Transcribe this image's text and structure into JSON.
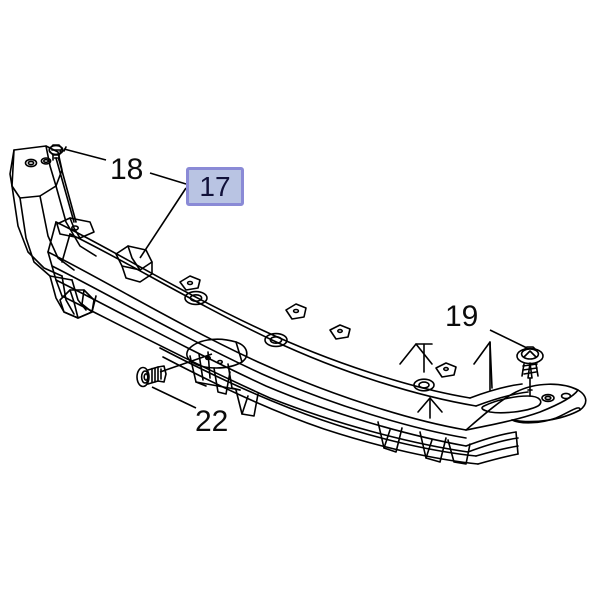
{
  "diagram": {
    "title": "Front bumper impact bar assembly exploded parts diagram",
    "background_color": "#ffffff",
    "line_color": "#000000",
    "callouts": [
      {
        "id": "18",
        "label": "18",
        "description": "Upper mounting bolt, left side",
        "highlighted": false
      },
      {
        "id": "17",
        "label": "17",
        "description": "Front bumper impact bar / reinforcement beam",
        "highlighted": true,
        "highlight_fill": "#b9c4e3",
        "highlight_border": "#8a8ad6",
        "highlight_text_color": "#11113a"
      },
      {
        "id": "19",
        "label": "19",
        "description": "Flanged hex-head screw, right side",
        "highlighted": false
      },
      {
        "id": "22",
        "label": "22",
        "description": "Washer-head bolt, center lower",
        "highlighted": false
      }
    ]
  }
}
